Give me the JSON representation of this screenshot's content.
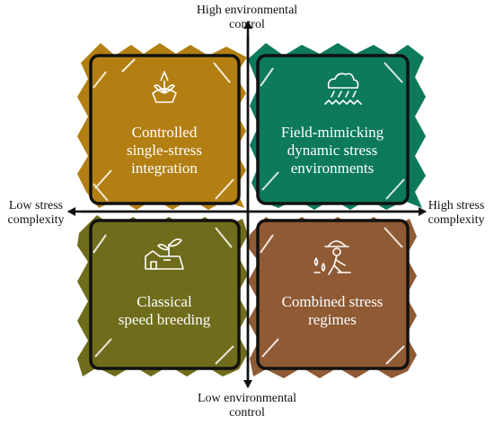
{
  "axes": {
    "top_line1": "High environmental",
    "top_line2": "control",
    "bottom_line1": "Low environmental",
    "bottom_line2": "control",
    "left_line1": "Low stress",
    "left_line2": "complexity",
    "right_line1": "High stress",
    "right_line2": "complexity"
  },
  "quadrants": {
    "top_left": {
      "line1": "Controlled",
      "line2": "single-stress",
      "line3": "integration",
      "color": "#b37f12",
      "icon": "plant-sprout-icon"
    },
    "top_right": {
      "line1": "Field-mimicking",
      "line2": "dynamic stress",
      "line3": "environments",
      "color": "#0d7a5b",
      "icon": "rain-cloud-icon"
    },
    "bottom_left": {
      "line1": "Classical",
      "line2": "speed breeding",
      "color": "#6f6d1c",
      "icon": "greenhouse-seedling-icon"
    },
    "bottom_right": {
      "line1": "Combined stress",
      "line2": "regimes",
      "color": "#8f5a34",
      "icon": "farmer-planting-icon"
    }
  }
}
